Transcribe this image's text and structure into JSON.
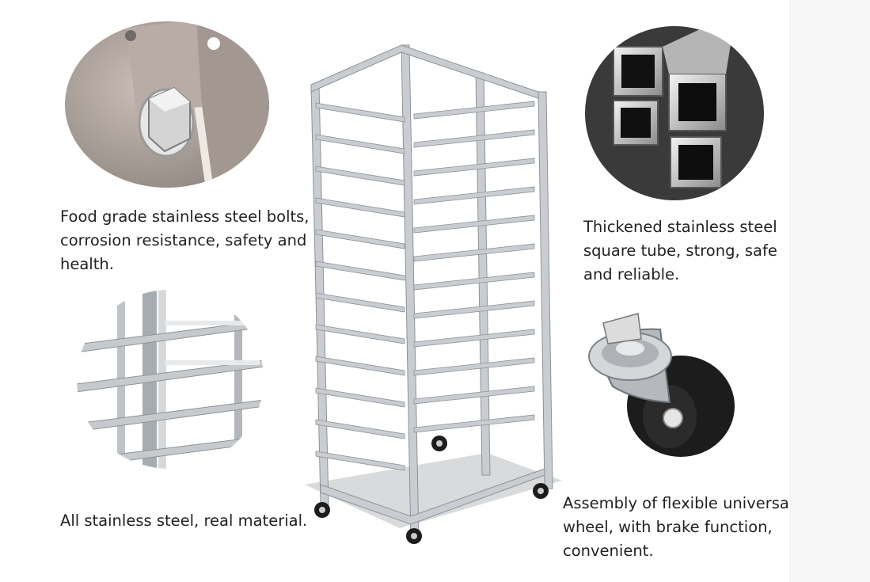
{
  "features": [
    {
      "id": "bolts",
      "icon": "bolt-closeup-icon",
      "lines": [
        "Food grade stainless steel bolts,",
        "corrosion resistance, safety and",
        "health."
      ]
    },
    {
      "id": "tube",
      "icon": "square-tube-closeup-icon",
      "lines": [
        "Thickened stainless steel",
        "square tube, strong, safe",
        "and reliable."
      ]
    },
    {
      "id": "material",
      "icon": "shelf-rails-closeup-icon",
      "lines": [
        "All stainless steel, real material."
      ]
    },
    {
      "id": "wheel",
      "icon": "caster-wheel-closeup-icon",
      "lines": [
        "Assembly of flexible universal",
        "wheel, with brake function,",
        "convenient."
      ]
    }
  ],
  "product": {
    "icon": "baking-tray-rack-icon",
    "shelves": 12
  },
  "colors": {
    "text": "#222222",
    "steel": "#c9cdd1",
    "steel_dark": "#8e9398",
    "floor": "#d9dadb",
    "rubber": "#1c1c1c"
  }
}
